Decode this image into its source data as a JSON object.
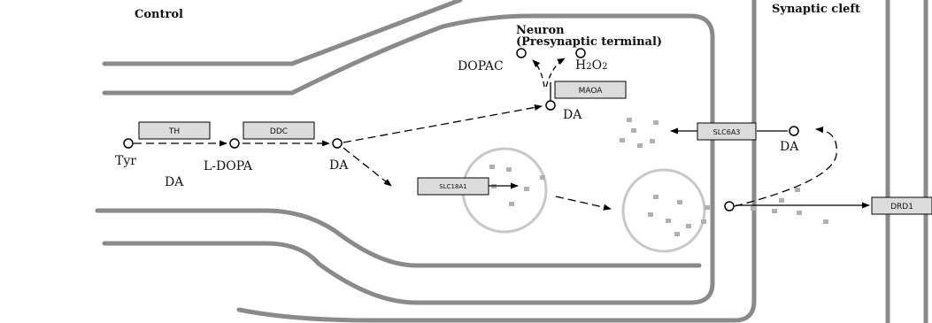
{
  "headers": {
    "control": "Control",
    "synaptic_cleft": "Synaptic cleft",
    "neuron_line1": "Neuron",
    "neuron_line2": "(Presynaptic terminal)"
  },
  "genes": {
    "th": "TH",
    "ddc": "DDC",
    "maoa": "MAOA",
    "slc18a1": "SLC18A1",
    "slc6a3": "SLC6A3",
    "drd1": "DRD1"
  },
  "compounds": {
    "tyr": "Tyr",
    "l_dopa": "L-DOPA",
    "da_outside": "DA",
    "da_axon": "DA",
    "da_maoa": "DA",
    "dopac": "DOPAC",
    "h2o2_h": "H",
    "h2o2_2a": "2",
    "h2o2_o": "O",
    "h2o2_2b": "2",
    "da_cleft": "DA"
  },
  "colors": {
    "membrane": "#8a8a8a",
    "gene_box": "#dcdcdc",
    "vesicle": "#c8c8c8",
    "granule": "#b0b0b0",
    "edge": "#000000"
  }
}
